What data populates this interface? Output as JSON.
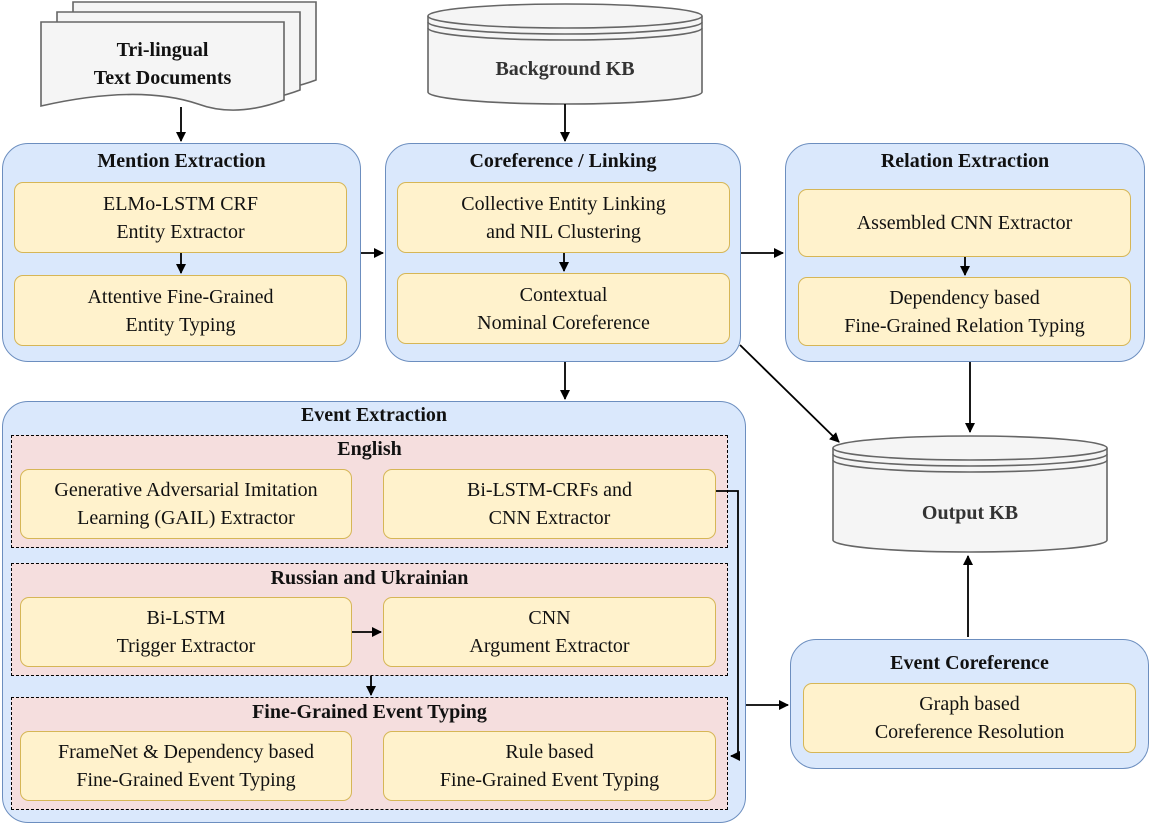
{
  "input": {
    "documents_label": "Tri-lingual\nText Documents",
    "background_kb_label": "Background KB"
  },
  "output": {
    "output_kb_label": "Output KB"
  },
  "mention_extraction": {
    "title": "Mention Extraction",
    "items": [
      "ELMo-LSTM CRF\nEntity Extractor",
      "Attentive Fine-Grained\nEntity Typing"
    ]
  },
  "coreference_linking": {
    "title": "Coreference / Linking",
    "items": [
      "Collective Entity Linking\nand NIL Clustering",
      "Contextual\nNominal Coreference"
    ]
  },
  "relation_extraction": {
    "title": "Relation Extraction",
    "items": [
      "Assembled CNN Extractor",
      "Dependency based\nFine-Grained Relation Typing"
    ]
  },
  "event_extraction": {
    "title": "Event Extraction",
    "english": {
      "title": "English",
      "items": [
        "Generative Adversarial Imitation\nLearning (GAIL) Extractor",
        "Bi-LSTM-CRFs and\nCNN Extractor"
      ]
    },
    "russian_ukrainian": {
      "title": "Russian and Ukrainian",
      "items": [
        "Bi-LSTM\nTrigger Extractor",
        "CNN\nArgument Extractor"
      ]
    },
    "fine_grained_typing": {
      "title": "Fine-Grained Event Typing",
      "items": [
        "FrameNet & Dependency based\nFine-Grained Event Typing",
        "Rule based\nFine-Grained Event Typing"
      ]
    }
  },
  "event_coreference": {
    "title": "Event Coreference",
    "items": [
      "Graph based\nCoreference Resolution"
    ]
  },
  "colors": {
    "group_fill": "#dae8fc",
    "group_stroke": "#6c8ebf",
    "item_fill": "#fff2cc",
    "item_stroke": "#d6b656",
    "subgroup_fill": "#f5dede",
    "storage_fill": "#f5f5f5",
    "storage_stroke": "#666666"
  }
}
